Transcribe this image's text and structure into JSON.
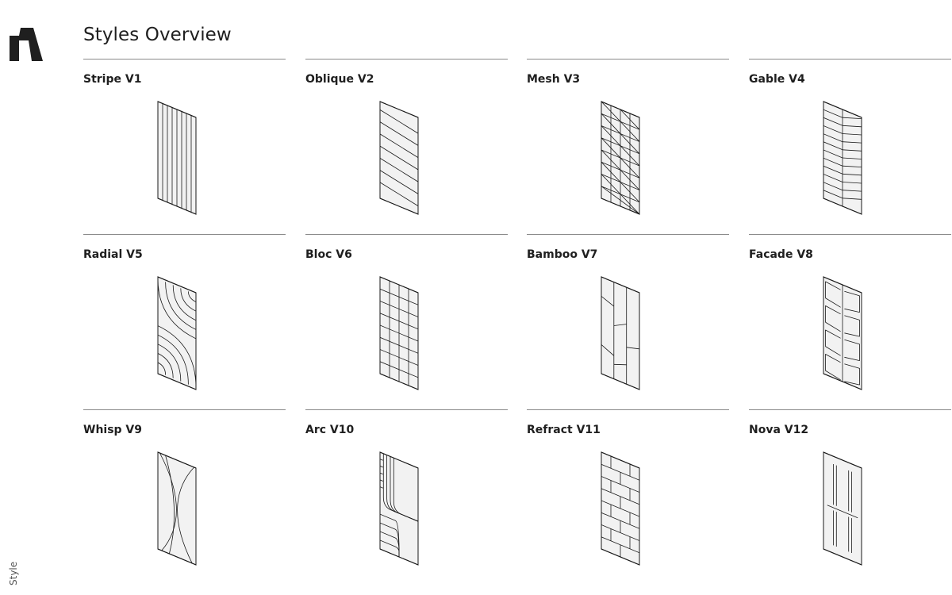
{
  "page": {
    "title": "Styles Overview",
    "side_label": "Style",
    "logo_icon": "brand-logo-icon"
  },
  "styles": [
    {
      "name": "Stripe V1",
      "icon": "stripe-pattern-icon"
    },
    {
      "name": "Oblique V2",
      "icon": "oblique-pattern-icon"
    },
    {
      "name": "Mesh V3",
      "icon": "mesh-pattern-icon"
    },
    {
      "name": "Gable V4",
      "icon": "gable-pattern-icon"
    },
    {
      "name": "Radial V5",
      "icon": "radial-pattern-icon"
    },
    {
      "name": "Bloc V6",
      "icon": "bloc-pattern-icon"
    },
    {
      "name": "Bamboo V7",
      "icon": "bamboo-pattern-icon"
    },
    {
      "name": "Facade V8",
      "icon": "facade-pattern-icon"
    },
    {
      "name": "Whisp V9",
      "icon": "whisp-pattern-icon"
    },
    {
      "name": "Arc V10",
      "icon": "arc-pattern-icon"
    },
    {
      "name": "Refract V11",
      "icon": "refract-pattern-icon"
    },
    {
      "name": "Nova V12",
      "icon": "nova-pattern-icon"
    }
  ],
  "colors": {
    "text": "#1f1f1f",
    "rule": "#8a8a8a",
    "panel_fill": "#f2f2f2",
    "panel_stroke": "#1a1a1a"
  }
}
